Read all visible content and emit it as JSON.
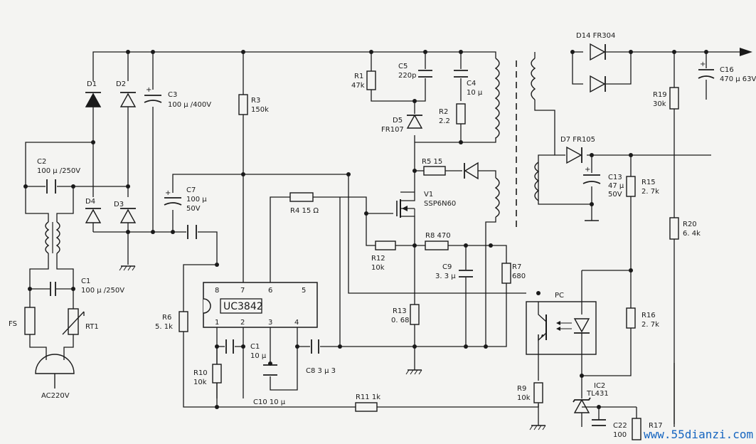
{
  "ic": {
    "name": "UC3842",
    "pins_top": [
      "8",
      "7",
      "6",
      "5"
    ],
    "pins_bottom": [
      "1",
      "2",
      "3",
      "4"
    ]
  },
  "mosfet": {
    "ref": "V1",
    "part": "SSP6N60"
  },
  "optocoupler": {
    "ref": "PC"
  },
  "regulator": {
    "ref": "IC2",
    "part": "TL431"
  },
  "input": {
    "plug_label": "AC220V"
  },
  "watermark": "www.55dianzi.com",
  "labels": {
    "D1": "D1",
    "D2": "D2",
    "D3": "D3",
    "D4": "D4",
    "C3_ref": "C3",
    "C3_val": "100 μ /400V",
    "C2_ref": "C2",
    "C2_val": "100 μ /250V",
    "C1in_ref": "C1",
    "C1in_val": "100 μ /250V",
    "FS": "FS",
    "RT1": "RT1",
    "C7_ref": "C7",
    "C7_val1": "100 μ",
    "C7_val2": "50V",
    "R3_ref": "R3",
    "R3_val": "150k",
    "R1_ref": "R1",
    "R1_val": "47k",
    "C5_ref": "C5",
    "C5_val": "220p",
    "C4_ref": "C4",
    "C4_val": "10 μ",
    "R2_ref": "R2",
    "R2_val": "2.2",
    "D5_ref": "D5",
    "D5_val": "FR107",
    "R5": "R5  15",
    "R4": "R4  15 Ω",
    "R8": "R8  470",
    "R12_ref": "R12",
    "R12_val": "10k",
    "C9_ref": "C9",
    "C9_val": "3. 3 μ",
    "R7_ref": "R7",
    "R7_val": "680",
    "R13_ref": "R13",
    "R13_val": "0. 68",
    "R6_ref": "R6",
    "R6_val": "5. 1k",
    "C1ic_ref": "C1",
    "C1ic_val": "10 μ",
    "R10_ref": "R10",
    "R10_val": "10k",
    "C8": "C8  3 μ 3",
    "C10": "C10  10 μ",
    "R11": "R11  1k",
    "R9_ref": "R9",
    "R9_val": "10k",
    "D14": "D14  FR304",
    "C16_ref": "C16",
    "C16_val": "470 μ  63V",
    "R19_ref": "R19",
    "R19_val": "30k",
    "D7": "D7  FR105",
    "C13_ref": "C13",
    "C13_val1": "47 μ",
    "C13_val2": "50V",
    "R15_ref": "R15",
    "R15_val": "2. 7k",
    "R20_ref": "R20",
    "R20_val": "6. 4k",
    "R16_ref": "R16",
    "R16_val": "2. 7k",
    "C22_ref": "C22",
    "C22_val": "100",
    "R17_ref": "R17"
  }
}
